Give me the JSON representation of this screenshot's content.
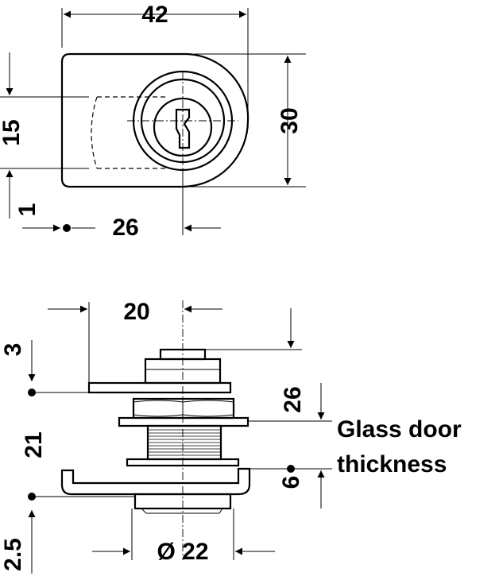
{
  "top_view": {
    "dim_width_total": "42",
    "dim_height_total": "30",
    "dim_center_height": "15",
    "dim_offset": "1",
    "dim_center_from_edge": "26"
  },
  "side_view": {
    "dim_center_offset": "20",
    "dim_top_plate": "3",
    "dim_upper_clearance": "26",
    "dim_body_height": "21",
    "dim_lower_gap": "6",
    "dim_bottom": "2.5",
    "dim_diameter": "Ø 22"
  },
  "labels": {
    "glass_line1": "Glass door",
    "glass_line2": "thickness"
  }
}
